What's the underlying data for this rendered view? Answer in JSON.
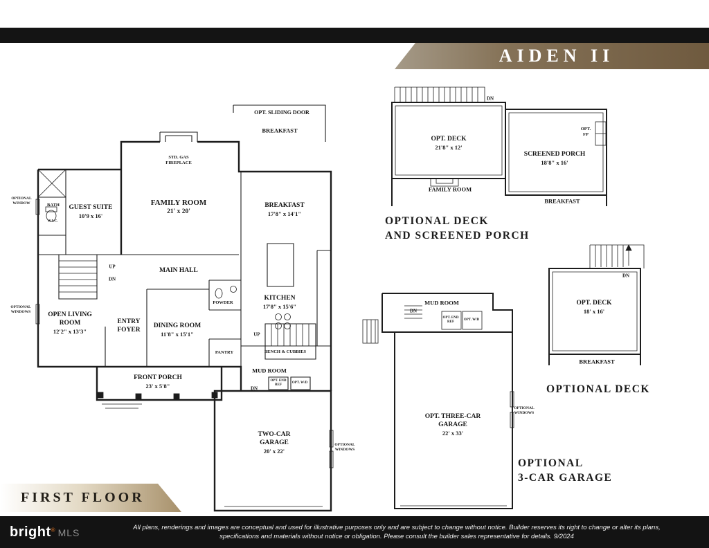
{
  "header": {
    "title": "AIDEN II"
  },
  "plate": {
    "title": "FIRST FLOOR"
  },
  "footer": {
    "brand_name": "bright",
    "brand_reg": "®",
    "brand_suffix": "MLS",
    "disclaimer_line1": "All plans, renderings and images are conceptual and used for illustrative purposes only and are subject to change without notice. Builder reserves its right to change or alter its plans,",
    "disclaimer_line2": "specifications and materials without notice or obligation. Please consult the builder sales representative for details.  9/2024"
  },
  "main_plan": {
    "opt_sliding_door": "OPT. SLIDING DOOR",
    "breakfast_callout": "BREAKFAST",
    "fireplace_note": "STD. GAS FIREPLACE",
    "family_room": {
      "name": "FAMILY ROOM",
      "dims": "21' x 20'"
    },
    "guest_suite": {
      "name": "GUEST SUITE",
      "dims": "10'9 x 16'"
    },
    "bath": "BATH",
    "wic": "W.I.C.",
    "optional_window": "OPTIONAL WINDOW",
    "breakfast": {
      "name": "BREAKFAST",
      "dims": "17'8\" x 14'1\""
    },
    "main_hall": "MAIN HALL",
    "up": "UP",
    "dn": "DN",
    "open_living": {
      "name": "OPEN LIVING ROOM",
      "dims": "12'2\" x 13'3\""
    },
    "optional_windows": "OPTIONAL WINDOWS",
    "entry_foyer": "ENTRY FOYER",
    "dining_room": {
      "name": "DINING ROOM",
      "dims": "11'8\" x 15'1\""
    },
    "powder": "POWDER",
    "kitchen": {
      "name": "KITCHEN",
      "dims": "17'8\" x 15'6\""
    },
    "pantry": "PANTRY",
    "bench_cubbies": "BENCH & CUBBIES",
    "mud_room": "MUD ROOM",
    "opt_end_ref": "OPT. END REF",
    "opt_wd": "OPT. W/D",
    "front_porch": {
      "name": "FRONT PORCH",
      "dims": "23' x 5'8\""
    },
    "garage": {
      "name": "TWO-CAR GARAGE",
      "dims": "20' x 22'"
    }
  },
  "deck_porch_plan": {
    "deck": {
      "name": "OPT. DECK",
      "dims": "21'8\" x 12'"
    },
    "screened_porch": {
      "name": "SCREENED PORCH",
      "dims": "18'8\" x 16'"
    },
    "opt_fp": "OPT. FP",
    "family_room_ref": "FAMILY ROOM",
    "breakfast_ref": "BREAKFAST",
    "dn": "DN",
    "caption_line1": "OPTIONAL DECK",
    "caption_line2": "AND SCREENED PORCH"
  },
  "deck_plan": {
    "deck": {
      "name": "OPT. DECK",
      "dims": "18' x 16'"
    },
    "breakfast_ref": "BREAKFAST",
    "dn": "DN",
    "caption": "OPTIONAL DECK"
  },
  "garage_plan": {
    "mud_room": "MUD ROOM",
    "opt_end_ref": "OPT. END REF",
    "opt_wd": "OPT. W/D",
    "dn": "DN",
    "garage": {
      "name": "OPT. THREE-CAR GARAGE",
      "dims": "22' x 33'"
    },
    "optional_windows": "OPTIONAL WINDOWS",
    "caption_line1": "OPTIONAL",
    "caption_line2": "3-CAR GARAGE"
  },
  "colors": {
    "banner_gradient_start": "#a59a88",
    "banner_gradient_end": "#6f5a3f",
    "plate_gradient_end": "#a7906a",
    "footer_bg": "#131313",
    "line_color": "#1c1c1c",
    "brand_accent": "#e87722"
  }
}
